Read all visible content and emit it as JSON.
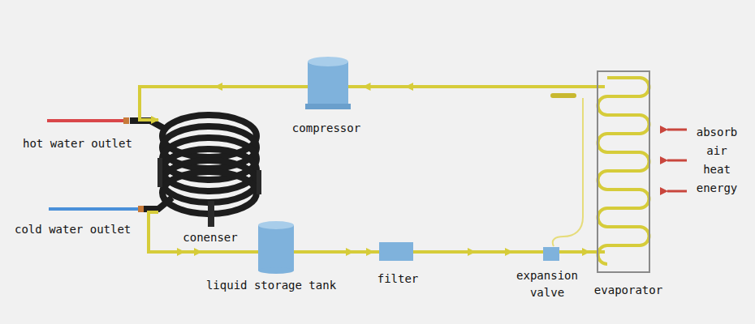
{
  "diagram": {
    "nodes": [
      {
        "text": [
          "compressor"
        ]
      },
      {
        "text": [
          "conenser"
        ]
      },
      {
        "text": [
          "liquid storage tank"
        ]
      },
      {
        "text": [
          "filter"
        ]
      },
      {
        "text": [
          "expansion valve"
        ]
      },
      {
        "text": [
          "evaporator"
        ]
      }
    ],
    "edges": [
      {
        "from": 5,
        "to": 0,
        "arrow": "to"
      },
      {
        "from": 0,
        "to": 1,
        "arrow": "to"
      },
      {
        "from": 1,
        "to": 2,
        "arrow": "to"
      },
      {
        "from": 2,
        "to": 3,
        "arrow": "to"
      },
      {
        "from": 3,
        "to": 4,
        "arrow": "to"
      },
      {
        "from": 4,
        "to": 5,
        "arrow": "to"
      }
    ],
    "labels": [
      "hot water outlet",
      "cold water outlet",
      "absorb air heat energy"
    ]
  }
}
